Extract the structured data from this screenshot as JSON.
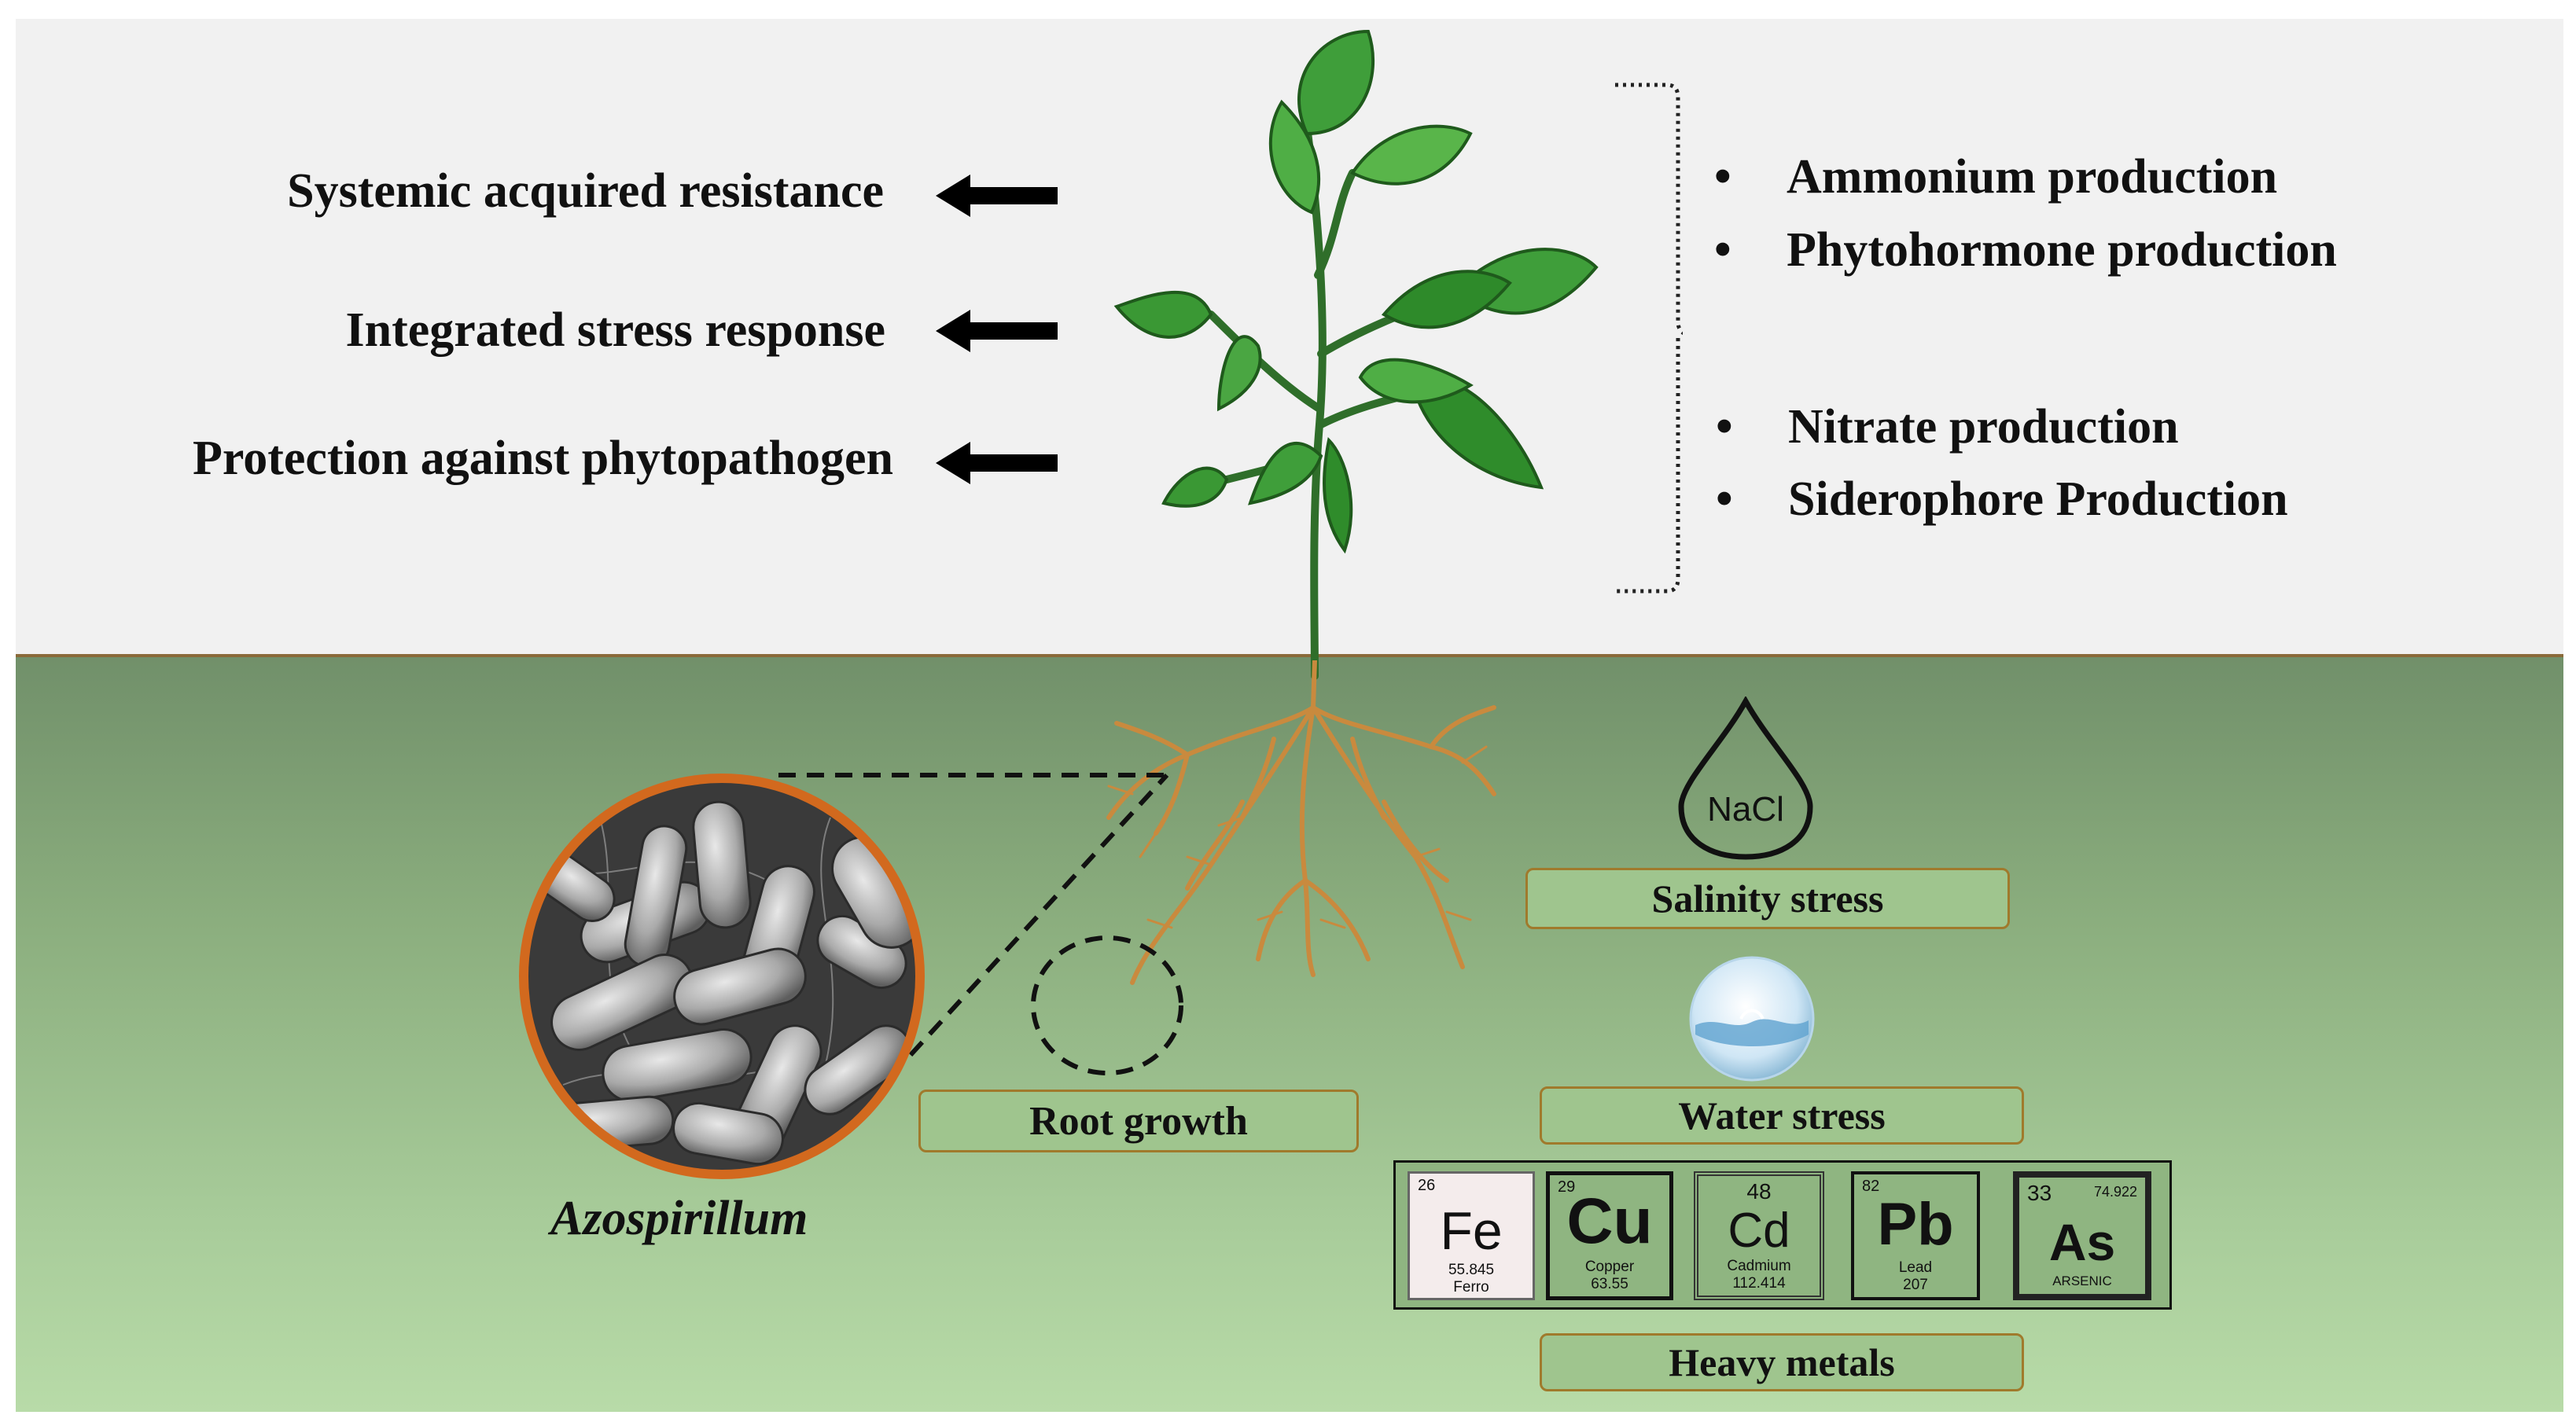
{
  "effects": [
    "Systemic acquired resistance",
    "Integrated stress response",
    "Protection against phytopathogen"
  ],
  "productions": [
    "Ammonium production",
    "Phytohormone production",
    "Nitrate production",
    "Siderophore Production"
  ],
  "bullet_symbol": "•",
  "bacterium_label": "Azospirillum",
  "root_growth_label": "Root growth",
  "stresses": {
    "salinity": {
      "label": "Salinity stress",
      "icon_text": "NaCl"
    },
    "water": {
      "label": "Water stress"
    },
    "heavy_metals": {
      "label": "Heavy metals"
    }
  },
  "elements": [
    {
      "number": "26",
      "symbol": "Fe",
      "mass": "55.845",
      "name": "Ferro"
    },
    {
      "number": "29",
      "symbol": "Cu",
      "name": "Copper",
      "mass": "63.55"
    },
    {
      "number": "48",
      "symbol": "Cd",
      "name": "Cadmium",
      "mass": "112.414"
    },
    {
      "number": "82",
      "symbol": "Pb",
      "name": "Lead",
      "mass": "207"
    },
    {
      "number": "33",
      "symbol": "As",
      "mass": "74.922",
      "name": "ARSENIC"
    }
  ],
  "colors": {
    "sky": "#f1f1f1",
    "soil_top": "#71906a",
    "soil_bottom": "#b8dba8",
    "leaf": "#3f9e3a",
    "root": "#c98a3e",
    "magnifier_ring": "#d2691e",
    "box_border": "#a07a2c"
  },
  "icons": {
    "arrow": "left-arrow-icon",
    "salinity": "water-drop-icon",
    "water": "water-sphere-icon"
  }
}
